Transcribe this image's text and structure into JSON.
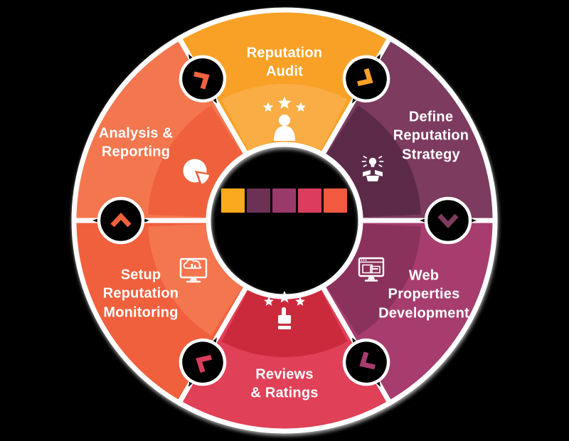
{
  "background": "#000000",
  "wheel": {
    "text_color": "#FFFFFF",
    "segments": [
      {
        "id": "reputation-audit",
        "label": "Reputation\nAudit",
        "color": "#F9A125",
        "inner_color": "#FAAC45",
        "icon": "person-stars-icon"
      },
      {
        "id": "define-reputation-strategy",
        "label": "Define\nReputation\nStrategy",
        "color": "#7B3B5E",
        "inner_color": "#5C2B49",
        "icon": "idea-person-icon"
      },
      {
        "id": "web-properties-development",
        "label": "Web\nProperties\nDevelopment",
        "color": "#A63C6E",
        "inner_color": "#8A305C",
        "icon": "browser-monitor-icon"
      },
      {
        "id": "reviews-ratings",
        "label": "Reviews\n& Ratings",
        "color": "#E04058",
        "inner_color": "#CB2B3C",
        "icon": "thumb-stars-icon"
      },
      {
        "id": "setup-reputation-monitoring",
        "label": "Setup\nReputation\nMonitoring",
        "color": "#F0603C",
        "inner_color": "#F4764F",
        "icon": "cloud-monitor-icon"
      },
      {
        "id": "analysis-reporting",
        "label": "Analysis &\nReporting",
        "color": "#F4764F",
        "inner_color": "#F0603C",
        "icon": "pie-chart-icon"
      }
    ],
    "connectors": [
      {
        "between": [
          "analysis-reporting",
          "reputation-audit"
        ],
        "color": "#F0643F"
      },
      {
        "between": [
          "reputation-audit",
          "define-reputation-strategy"
        ],
        "color": "#F9A125"
      },
      {
        "between": [
          "define-reputation-strategy",
          "web-properties-development"
        ],
        "color": "#7B3B5E"
      },
      {
        "between": [
          "web-properties-development",
          "reviews-ratings"
        ],
        "color": "#A63C6E"
      },
      {
        "between": [
          "reviews-ratings",
          "setup-reputation-monitoring"
        ],
        "color": "#D93C5C"
      },
      {
        "between": [
          "setup-reputation-monitoring",
          "analysis-reporting"
        ],
        "color": "#F0603C"
      }
    ],
    "center_swatches": [
      "#FBA91C",
      "#6C3155",
      "#993A6B",
      "#DC3D5F",
      "#F2593E"
    ]
  }
}
